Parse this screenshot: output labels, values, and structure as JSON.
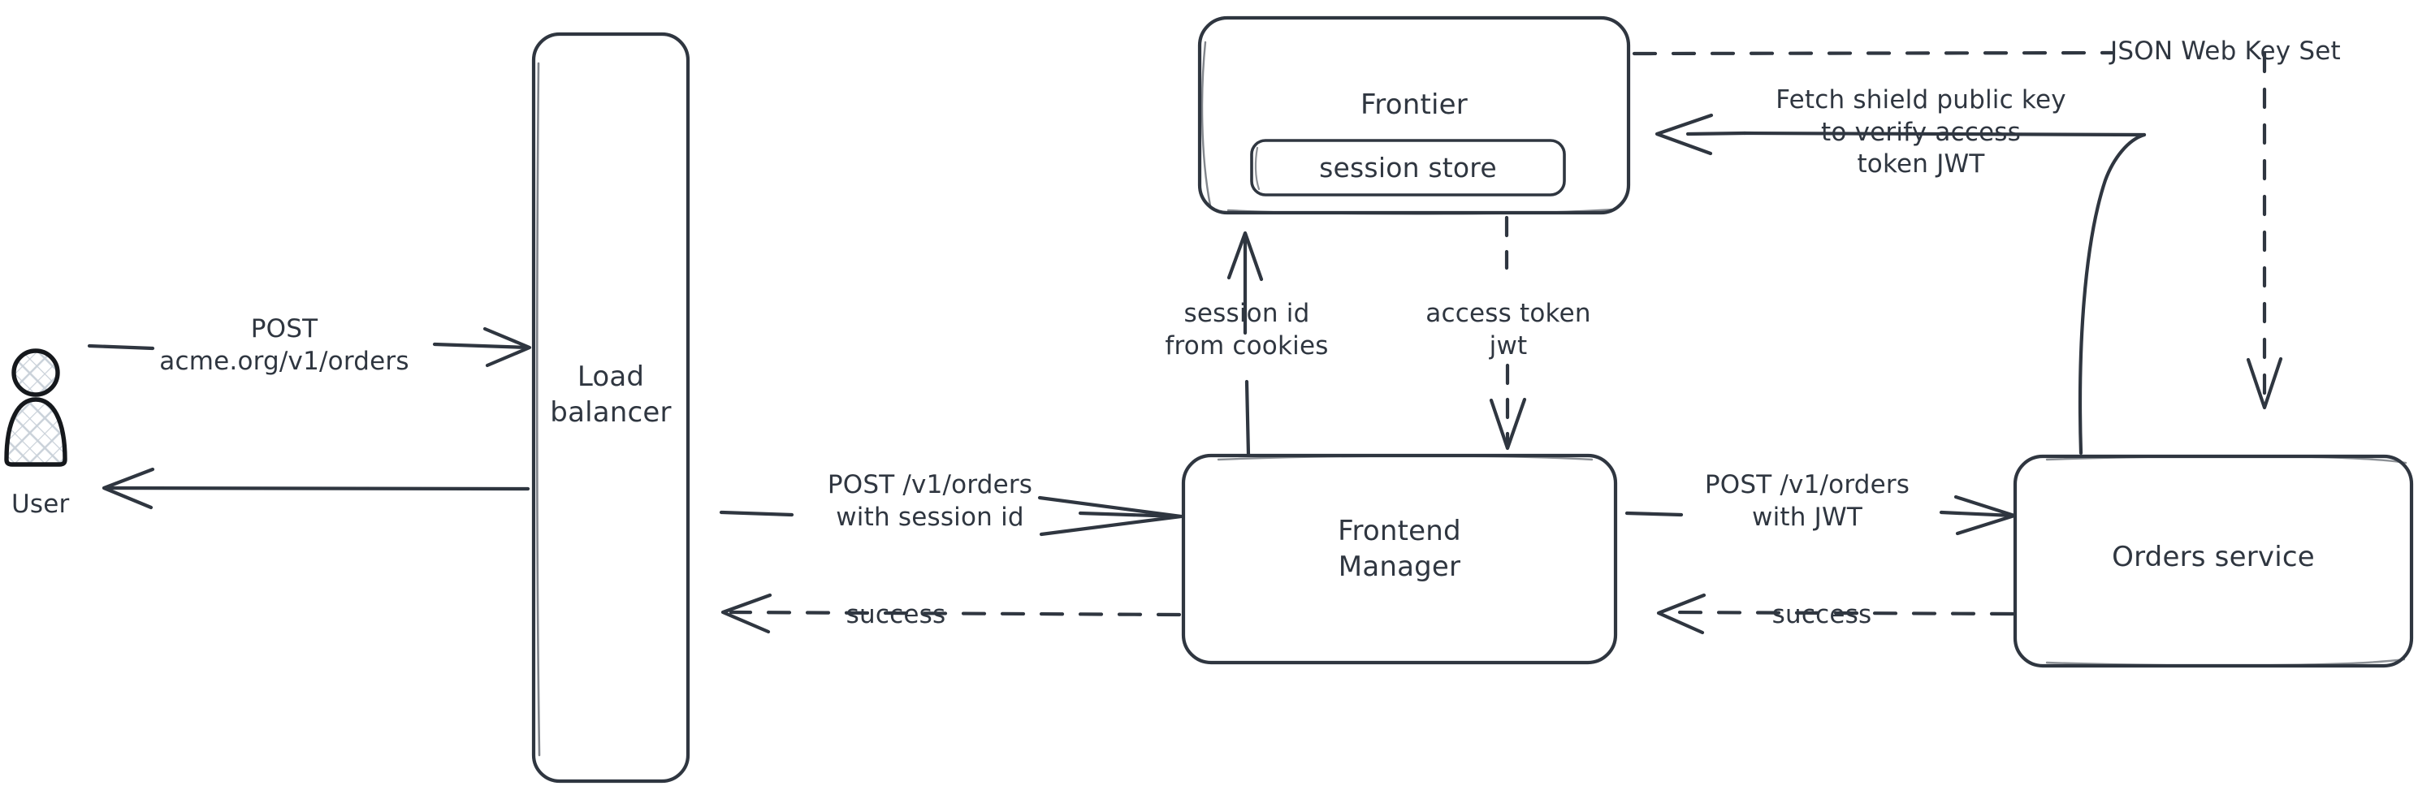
{
  "diagram": {
    "title": "Order request authentication flow",
    "style": "hand-drawn",
    "stroke_color": "#2f3640",
    "background": "#ffffff"
  },
  "actors": [
    {
      "id": "user",
      "label": "User",
      "icon": "user-person-icon"
    }
  ],
  "nodes": [
    {
      "id": "load-balancer",
      "label": "Load\nbalancer"
    },
    {
      "id": "frontier",
      "label": "Frontier"
    },
    {
      "id": "session-store",
      "label": "session store"
    },
    {
      "id": "frontend-manager",
      "label": "Frontend\nManager"
    },
    {
      "id": "orders-service",
      "label": "Orders service"
    }
  ],
  "edges": [
    {
      "id": "user-to-lb",
      "label": "POST\nacme.org/v1/orders",
      "from": "user",
      "to": "load-balancer",
      "style": "solid",
      "direction": "right"
    },
    {
      "id": "lb-to-user",
      "label": "",
      "from": "load-balancer",
      "to": "user",
      "style": "solid",
      "direction": "left"
    },
    {
      "id": "lb-to-fm",
      "label": "POST /v1/orders\nwith session id",
      "from": "load-balancer",
      "to": "frontend-manager",
      "style": "solid",
      "direction": "right"
    },
    {
      "id": "fm-to-lb",
      "label": "success",
      "from": "frontend-manager",
      "to": "load-balancer",
      "style": "dashed",
      "direction": "left"
    },
    {
      "id": "fm-to-frontier",
      "label": "session id\nfrom cookies",
      "from": "frontend-manager",
      "to": "frontier",
      "style": "solid",
      "direction": "up"
    },
    {
      "id": "frontier-to-fm",
      "label": "access token\njwt",
      "from": "frontier",
      "to": "frontend-manager",
      "style": "dashed",
      "direction": "down"
    },
    {
      "id": "fm-to-orders",
      "label": "POST /v1/orders\nwith JWT",
      "from": "frontend-manager",
      "to": "orders-service",
      "style": "solid",
      "direction": "right"
    },
    {
      "id": "orders-to-fm",
      "label": "success",
      "from": "orders-service",
      "to": "frontend-manager",
      "style": "dashed",
      "direction": "left"
    },
    {
      "id": "orders-to-frontier",
      "label": "Fetch shield public key\nto verify access\ntoken JWT",
      "from": "orders-service",
      "to": "frontier",
      "style": "solid",
      "direction": "left"
    },
    {
      "id": "frontier-to-orders",
      "label": "JSON Web Key Set",
      "from": "frontier",
      "to": "orders-service",
      "style": "dashed",
      "direction": "down"
    }
  ]
}
